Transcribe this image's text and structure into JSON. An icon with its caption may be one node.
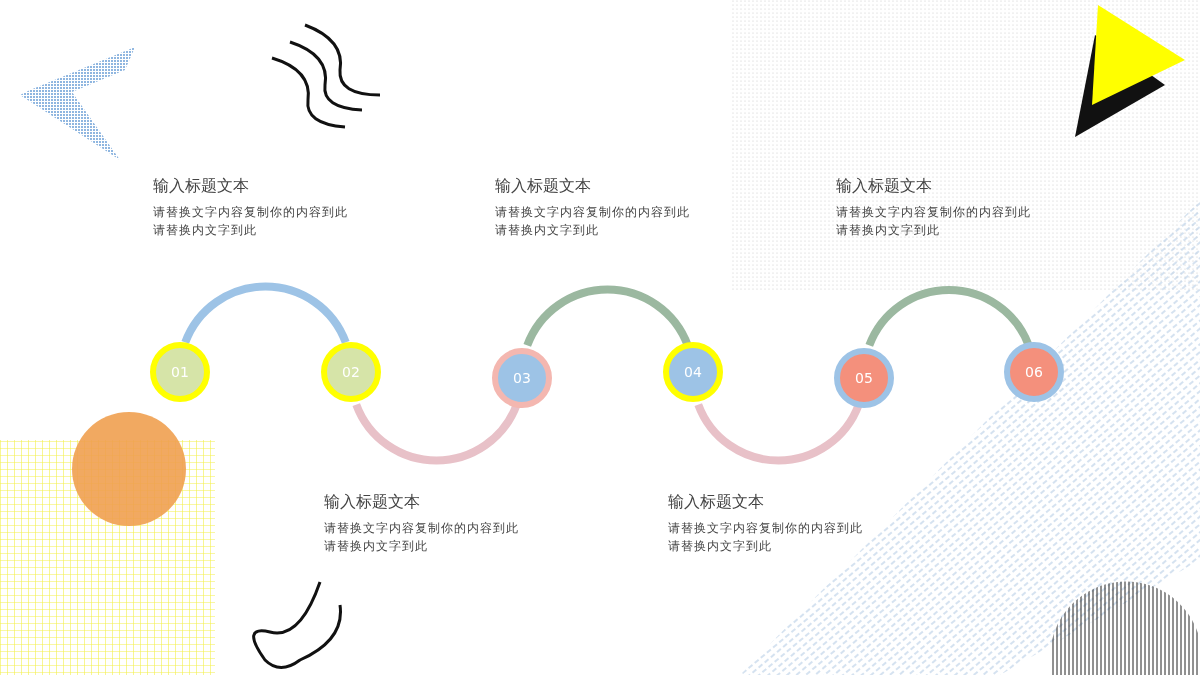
{
  "diagram": {
    "nodes": [
      {
        "text": [
          "01"
        ],
        "beside": [
          "输入标题文本",
          "请替换文字内容复制你的内容到此请替换内文字到此"
        ]
      },
      {
        "text": [
          "02"
        ],
        "beside": [
          "输入标题文本",
          "请替换文字内容复制你的内容到此请替换内文字到此"
        ]
      },
      {
        "text": [
          "03"
        ],
        "beside": [
          "输入标题文本",
          "请替换文字内容复制你的内容到此请替换内文字到此"
        ]
      },
      {
        "text": [
          "04"
        ],
        "beside": [
          "输入标题文本",
          "请替换文字内容复制你的内容到此请替换内文字到此"
        ]
      },
      {
        "text": [
          "05"
        ],
        "beside": [
          "输入标题文本",
          "请替换文字内容复制你的内容到此请替换内文字到此"
        ]
      },
      {
        "text": [
          "06"
        ]
      }
    ],
    "edges": [
      {
        "from": 0,
        "to": 1,
        "arrow": "none",
        "color": "#9dc3e6"
      },
      {
        "from": 1,
        "to": 2,
        "arrow": "none",
        "color": "#e8c1c8"
      },
      {
        "from": 2,
        "to": 3,
        "arrow": "none",
        "color": "#9bb8a0"
      },
      {
        "from": 3,
        "to": 4,
        "arrow": "none",
        "color": "#e8c1c8"
      },
      {
        "from": 4,
        "to": 5,
        "arrow": "none",
        "color": "#9bb8a0"
      }
    ]
  }
}
